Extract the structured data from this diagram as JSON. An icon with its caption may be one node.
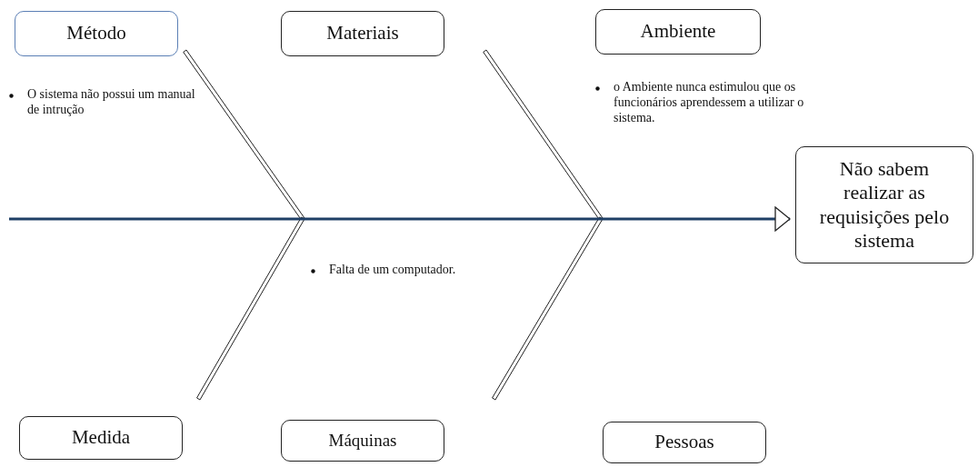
{
  "diagram": {
    "nodes": [
      {
        "text": [
          "Método"
        ]
      },
      {
        "text": [
          "Materiais"
        ]
      },
      {
        "text": [
          "Ambiente"
        ]
      },
      {
        "text": [
          "Não sabem realizar as requisições pelo sistema"
        ]
      },
      {
        "text": [
          "Medida"
        ]
      },
      {
        "text": [
          "Máquinas"
        ]
      },
      {
        "text": [
          "Pessoas"
        ]
      }
    ],
    "edges": [
      {
        "from": null,
        "to": 3,
        "arrow": "to"
      }
    ],
    "labels": [
      "O sistema não possui um manual de intrução",
      "o Ambiente nunca estimulou que os funcionários aprendessem a utilizar o sistema.",
      "Falta de um computador."
    ]
  }
}
